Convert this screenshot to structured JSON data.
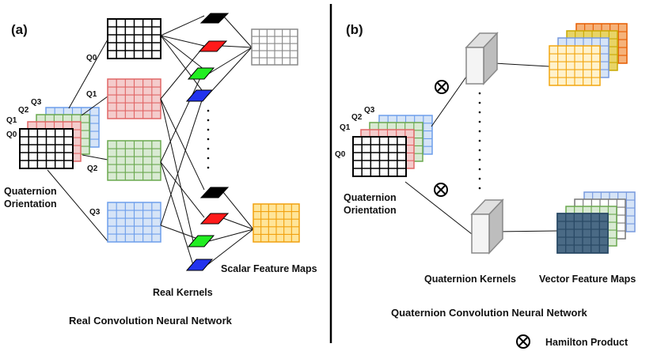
{
  "figure": {
    "colors": {
      "q0": "#000000",
      "q1": "#e06666",
      "q2": "#6aa84f",
      "q3": "#6d9eeb",
      "q1_fill": "#f4cccc",
      "q2_fill": "#d9ead3",
      "q3_fill": "#d6e4f7",
      "scalar_grey": "#888888",
      "scalar_orange": "#f1a10f",
      "scalar_orange_fill": "#ffe599",
      "kernel_black": "#000000",
      "kernel_red": "#ff1a1a",
      "kernel_green": "#22ee22",
      "kernel_blue": "#2233ee",
      "vector_red": "#e65c00",
      "vector_yellow": "#c9a800",
      "vector_blue": "#7799dd",
      "vector_orange": "#f2a60f",
      "vector_dark": "#2a4a66",
      "vector_dark_fill": "#4a6a85"
    },
    "left": {
      "panel_label": "(a)",
      "q_labels": [
        "Q0",
        "Q1",
        "Q2",
        "Q3"
      ],
      "split_labels": [
        "Q0",
        "Q1",
        "Q2",
        "Q3"
      ],
      "input_caption": [
        "Quaternion",
        "Orientation"
      ],
      "kernels_caption": "Real Kernels",
      "feature_caption": "Scalar Feature Maps",
      "title": "Real Convolution Neural Network"
    },
    "right": {
      "panel_label": "(b)",
      "q_labels": [
        "Q0",
        "Q1",
        "Q2",
        "Q3"
      ],
      "input_caption": [
        "Quaternion",
        "Orientation"
      ],
      "kernels_caption": "Quaternion  Kernels",
      "feature_caption": "Vector Feature Maps",
      "title": "Quaternion Convolution Neural Network"
    },
    "legend": {
      "symbol": "⊗",
      "label": "Hamilton Product"
    }
  }
}
